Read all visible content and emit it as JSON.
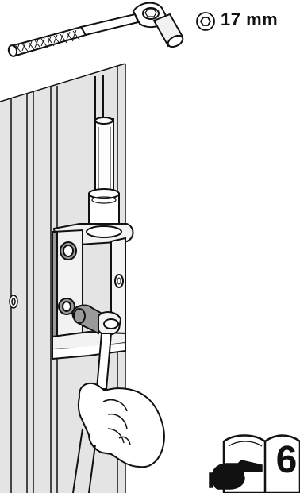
{
  "tool": {
    "size_text": "17 mm",
    "icons": [
      "ratchet-wrench-icon",
      "hex-nut-icon"
    ]
  },
  "reference": {
    "page_number": "6",
    "icons": [
      "open-book-icon",
      "pointing-hand-icon"
    ]
  },
  "illustration": {
    "subject": "door-hinge-bracket-with-socket-wrench-and-hand",
    "colors": {
      "ink": "#111111",
      "panel_fill": "#e4e4e4",
      "metal_fill": "#f2f2f2",
      "shadow_fill": "#9a9a9a",
      "paper": "#ffffff"
    }
  }
}
